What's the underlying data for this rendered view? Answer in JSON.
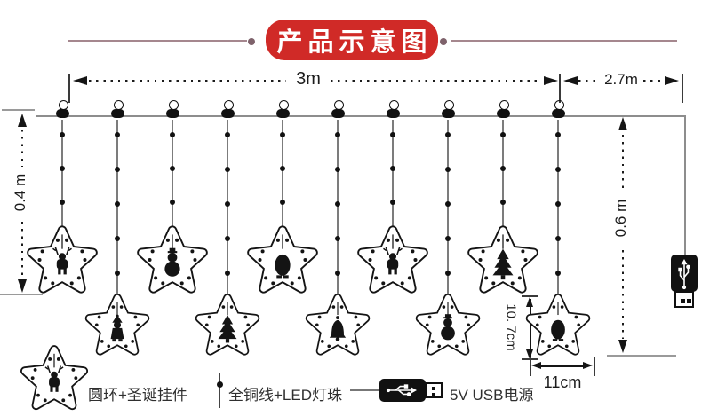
{
  "title": {
    "text": "产品示意图"
  },
  "dimensions": {
    "top_span": "3m",
    "side_span": "2.7m",
    "left_drop": "0.4 m",
    "right_drop": "0.6 m",
    "pendant_height": "10. 7cm",
    "pendant_width": "11cm"
  },
  "legend": {
    "pendant_label": "圆环+圣诞挂件",
    "wire_label": "全铜线+LED灯珠",
    "power_label": "5V USB电源"
  },
  "lights": {
    "hook_xs": [
      70,
      132,
      194,
      256,
      318,
      380,
      442,
      504,
      566,
      628
    ],
    "stars": [
      {
        "figure": "reindeer",
        "row": "upper"
      },
      {
        "figure": "santa",
        "row": "lower"
      },
      {
        "figure": "snowman",
        "row": "upper"
      },
      {
        "figure": "christmas-tree",
        "row": "lower"
      },
      {
        "figure": "penguin",
        "row": "upper"
      },
      {
        "figure": "bell",
        "row": "lower"
      },
      {
        "figure": "reindeer",
        "row": "upper"
      },
      {
        "figure": "snowman",
        "row": "lower"
      },
      {
        "figure": "christmas-tree",
        "row": "upper"
      },
      {
        "figure": "penguin",
        "row": "lower"
      }
    ],
    "legend_star_figure": "reindeer"
  },
  "colors": {
    "accent_red": "#d02a27",
    "title_divider": "#a5878e",
    "ink": "#141414",
    "wire_gray": "#8d8d8d"
  }
}
